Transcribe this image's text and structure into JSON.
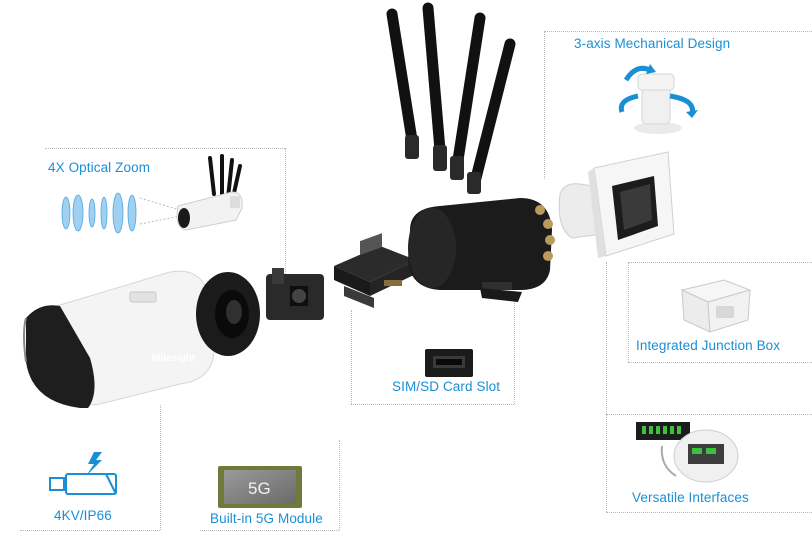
{
  "features": {
    "axis": {
      "label": "3-axis Mechanical Design",
      "icon": "rotation-arrows-icon"
    },
    "zoom": {
      "label": "4X Optical Zoom",
      "icon": "lens-elements-icon"
    },
    "junction": {
      "label": "Integrated Junction Box",
      "icon": "junction-box-icon"
    },
    "sim": {
      "label": "SIM/SD Card Slot",
      "icon": "card-slot-icon"
    },
    "interfaces": {
      "label": "Versatile Interfaces",
      "icon": "connector-board-icon"
    },
    "protection": {
      "label": "4KV/IP66",
      "icon": "lightning-camera-icon"
    },
    "module": {
      "label": "Built-in 5G Module",
      "icon": "5g-chip-icon",
      "chip_text": "5G"
    }
  },
  "product": {
    "brand": "Milesight"
  },
  "colors": {
    "accent": "#1a8fd6",
    "housing_black": "#1b1b1b",
    "housing_white": "#f4f4f4",
    "dash": "#b9b9b9"
  }
}
